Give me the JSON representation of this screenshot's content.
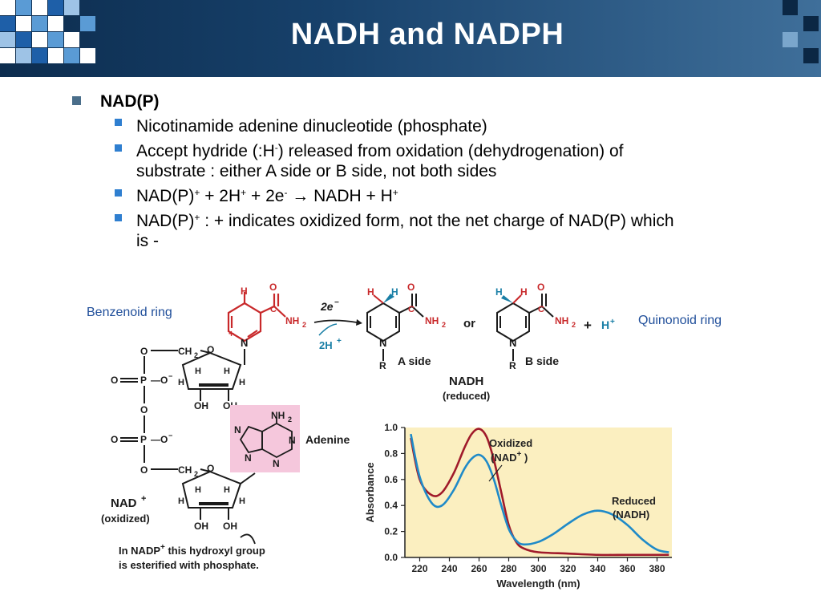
{
  "slide": {
    "title": "NADH and NADPH",
    "bullets": {
      "main": "NAD(P)",
      "b1": "Nicotinamide adenine dinucleotide (phosphate)",
      "b2_pre": "Accept hydride (:H",
      "b2_sup": "-",
      "b2_post": ") released from oxidation (dehydrogenation) of",
      "b2_line2": "substrate : either A side or B side, not both sides",
      "b3_a": "NAD(P)",
      "b3_a_sup": "+",
      "b3_b": " + 2H",
      "b3_b_sup": "+",
      "b3_c": " + 2e",
      "b3_c_sup": "-",
      "b3_arrow": "→",
      "b3_d": "NADH + H",
      "b3_d_sup": "+",
      "b4_a": "NAD(P)",
      "b4_a_sup": "+",
      "b4_b": " : + indicates oxidized form, not the net charge of NAD(P) which",
      "b4_line2": "is -"
    }
  },
  "figure": {
    "benzenoid_label": "Benzenoid ring",
    "quinonoid_label": "Quinonoid ring",
    "reaction": {
      "e_top": "2e",
      "e_top_sup": "−",
      "h_bottom": "2H",
      "h_bottom_sup": "+",
      "or": "or",
      "plus": "+",
      "h_plus": "H",
      "h_plus_sup": "+",
      "a_side": "A side",
      "b_side": "B side",
      "nadh": "NADH",
      "reduced": "(reduced)"
    },
    "structure": {
      "adenine": "Adenine",
      "nad": "NAD",
      "nad_sup": "+",
      "oxidized": "(oxidized)",
      "note1": "In NADP",
      "note1_sup": "+",
      "note1_b": " this hydroxyl group",
      "note2": "is esterified with phosphate."
    },
    "colors": {
      "red": "#c8282a",
      "teal": "#1a7fa6",
      "pink": "#f5c7dc",
      "plot_bg": "#fbefc0",
      "oxidized": "#a01a2a",
      "reduced": "#1f8ac8"
    }
  },
  "chart_data": {
    "type": "line",
    "title": "",
    "xlabel": "Wavelength (nm)",
    "ylabel": "Absorbance",
    "xlim": [
      210,
      390
    ],
    "ylim": [
      0,
      1.0
    ],
    "x_ticks": [
      220,
      240,
      260,
      280,
      300,
      320,
      340,
      360,
      380
    ],
    "y_ticks": [
      0.0,
      0.2,
      0.4,
      0.6,
      0.8,
      1.0
    ],
    "y_tick_labels": [
      "0.0",
      "0.2",
      "0.4",
      "0.6",
      "0.8",
      "1.0"
    ],
    "grid": false,
    "series": [
      {
        "name": "Oxidized (NAD+)",
        "label_lines": [
          "Oxidized",
          "(NAD",
          "+",
          " )"
        ],
        "color": "#a01a2a",
        "x": [
          214,
          220,
          228,
          235,
          243,
          250,
          255,
          260,
          265,
          270,
          275,
          280,
          285,
          290,
          300,
          320,
          340,
          360,
          380,
          388
        ],
        "y": [
          0.92,
          0.6,
          0.48,
          0.5,
          0.65,
          0.84,
          0.95,
          0.99,
          0.93,
          0.75,
          0.5,
          0.25,
          0.12,
          0.07,
          0.04,
          0.03,
          0.02,
          0.02,
          0.02,
          0.02
        ]
      },
      {
        "name": "Reduced (NADH)",
        "label_lines": [
          "Reduced",
          "(NADH)"
        ],
        "color": "#1f8ac8",
        "x": [
          214,
          220,
          228,
          235,
          243,
          250,
          255,
          260,
          265,
          270,
          275,
          280,
          285,
          290,
          300,
          310,
          320,
          330,
          340,
          350,
          360,
          370,
          380,
          388
        ],
        "y": [
          0.95,
          0.62,
          0.42,
          0.4,
          0.52,
          0.68,
          0.76,
          0.79,
          0.74,
          0.6,
          0.4,
          0.22,
          0.13,
          0.1,
          0.12,
          0.18,
          0.26,
          0.33,
          0.36,
          0.33,
          0.25,
          0.14,
          0.06,
          0.04
        ]
      }
    ]
  }
}
